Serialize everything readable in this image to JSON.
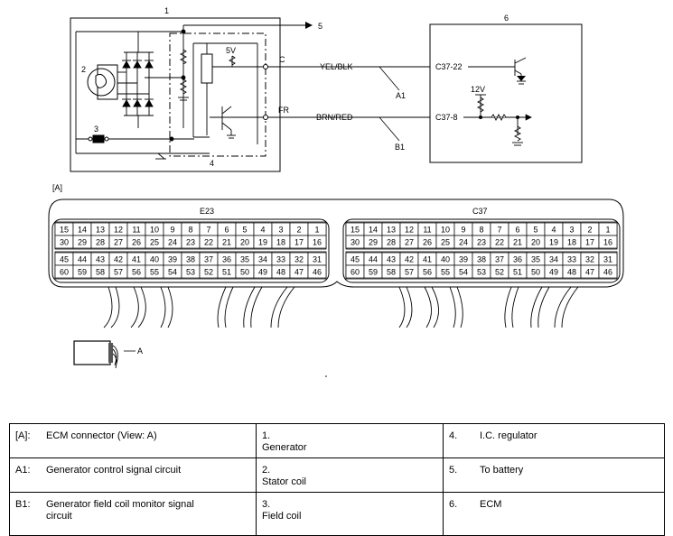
{
  "circuit": {
    "component_numbers": [
      "1",
      "2",
      "3",
      "4",
      "5",
      "6"
    ],
    "voltage_labels": [
      "5V",
      "12V"
    ],
    "terminals": {
      "c": "C",
      "fr": "FR"
    },
    "wires": {
      "yel_blk": "YEL/BLK",
      "brn_red": "BRN/RED"
    },
    "pins": {
      "c37_22": "C37-22",
      "c37_8": "C37-8"
    },
    "circuit_labels": {
      "a1": "A1",
      "b1": "B1"
    }
  },
  "connector_view": {
    "view_label": "[A]",
    "left_header": "E23",
    "right_header": "C37",
    "row1": [
      "15",
      "14",
      "13",
      "12",
      "11",
      "10",
      "9",
      "8",
      "7",
      "6",
      "5",
      "4",
      "3",
      "2",
      "1"
    ],
    "row2": [
      "30",
      "29",
      "28",
      "27",
      "26",
      "25",
      "24",
      "23",
      "22",
      "21",
      "20",
      "19",
      "18",
      "17",
      "16"
    ],
    "row3": [
      "45",
      "44",
      "43",
      "42",
      "41",
      "40",
      "39",
      "38",
      "37",
      "36",
      "35",
      "34",
      "33",
      "32",
      "31"
    ],
    "row4": [
      "60",
      "59",
      "58",
      "57",
      "56",
      "55",
      "54",
      "53",
      "52",
      "51",
      "50",
      "49",
      "48",
      "47",
      "46"
    ],
    "view_arrow_label": "A"
  },
  "legend": [
    [
      {
        "key": "[A]:",
        "value": "ECM connector (View: A)"
      },
      {
        "key": "1.",
        "value": "Generator"
      },
      {
        "key": "4.",
        "value": "I.C. regulator"
      }
    ],
    [
      {
        "key": "A1:",
        "value": "Generator control signal circuit"
      },
      {
        "key": "2.",
        "value": "Stator coil"
      },
      {
        "key": "5.",
        "value": "To battery"
      }
    ],
    [
      {
        "key": "B1:",
        "value": "Generator field coil monitor signal circuit"
      },
      {
        "key": "3.",
        "value": "Field coil"
      },
      {
        "key": "6.",
        "value": "ECM"
      }
    ]
  ]
}
